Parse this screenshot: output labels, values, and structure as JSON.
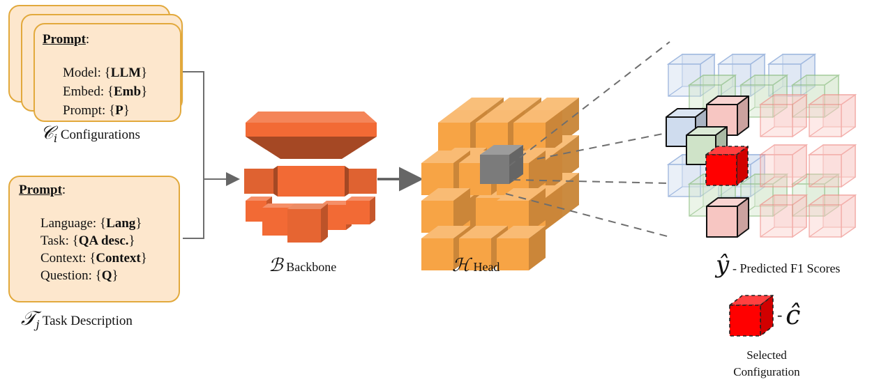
{
  "configurations_card": {
    "title": "Prompt",
    "colon": ":",
    "rows": [
      {
        "label": "Model: ",
        "value": "LLM"
      },
      {
        "label": "Embed: ",
        "value": "Emb"
      },
      {
        "label": "Prompt: ",
        "value": "P"
      }
    ],
    "symbol": "𝒞",
    "subscript": "i",
    "caption": "Configurations"
  },
  "task_card": {
    "title": "Prompt",
    "colon": ":",
    "rows": [
      {
        "label": "Language: ",
        "value": "Lang"
      },
      {
        "label": "Task: ",
        "value": "QA desc."
      },
      {
        "label": "Context: ",
        "value": "Context"
      },
      {
        "label": "Question: ",
        "value": "Q"
      }
    ],
    "symbol": "𝒯",
    "subscript": "j",
    "caption": "Task Description"
  },
  "backbone": {
    "symbol": "ℬ",
    "caption": "Backbone"
  },
  "head": {
    "symbol": "ℋ",
    "caption": "Head"
  },
  "output": {
    "symbol": "ŷ",
    "caption": "- Predicted F1 Scores",
    "selected_symbol": "ĉ",
    "selected_dash": "-",
    "selected_line1": "Selected",
    "selected_line2": "Configuration"
  },
  "colors": {
    "card_fill": "#fde7cd",
    "card_border": "#e2a93c",
    "backbone_orange": "#f26a35",
    "head_orange": "#f7a445",
    "head_core": "#7b7b7b",
    "blue_cube": "#cfdcee",
    "green_cube": "#cfe3c8",
    "pink_cube": "#f7c6c2",
    "selected_red": "#ff0000"
  },
  "icons": [
    "connector-arrow",
    "cube-grid",
    "dashed-projection-lines"
  ]
}
